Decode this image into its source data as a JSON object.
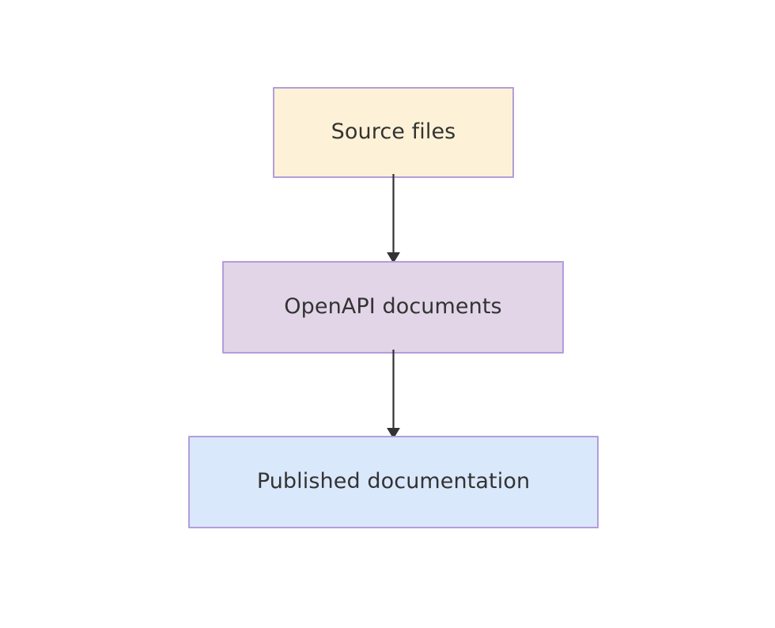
{
  "diagram": {
    "type": "flowchart",
    "direction": "top-to-bottom",
    "background_color": "#ffffff",
    "nodes": [
      {
        "id": "source-files",
        "label": "Source files",
        "fill_color": "#fdf2d7",
        "border_color": "#b39ddb",
        "text_color": "#333333"
      },
      {
        "id": "openapi-documents",
        "label": "OpenAPI documents",
        "fill_color": "#e1d5e7",
        "border_color": "#b39ddb",
        "text_color": "#333333"
      },
      {
        "id": "published-documentation",
        "label": "Published documentation",
        "fill_color": "#dae8fc",
        "border_color": "#b39ddb",
        "text_color": "#333333"
      }
    ],
    "edges": [
      {
        "id": "source-to-openapi",
        "from": "source-files",
        "to": "openapi-documents",
        "label": "",
        "arrow": "filled-triangle",
        "line_color": "#333333"
      },
      {
        "id": "openapi-to-published",
        "from": "openapi-documents",
        "to": "published-documentation",
        "label": "",
        "arrow": "filled-triangle",
        "line_color": "#333333"
      }
    ]
  }
}
